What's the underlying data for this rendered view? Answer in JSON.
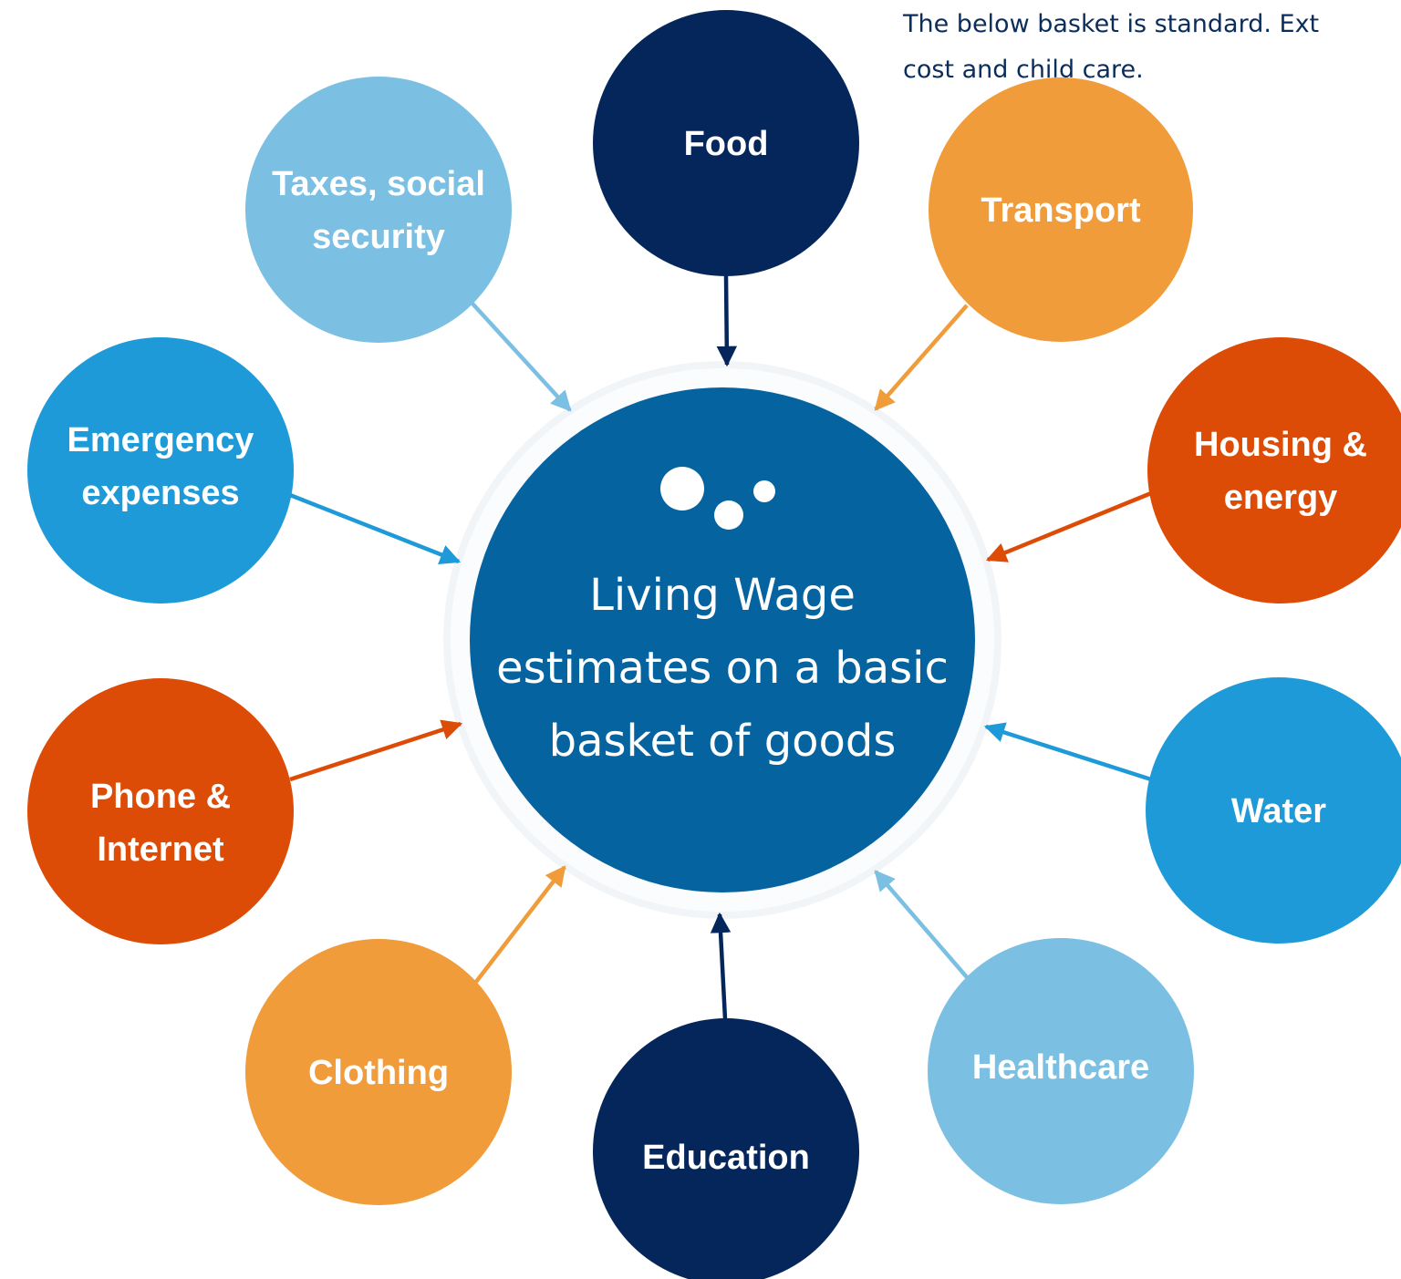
{
  "intro": {
    "line1": "The below basket is standard. Ext",
    "line2": "cost and child care."
  },
  "center": {
    "lines": [
      "Living Wage",
      "estimates on a basic",
      "basket of goods"
    ],
    "color": "#0563a0",
    "icon": "bubbles-logo-icon"
  },
  "categories": [
    {
      "id": "food",
      "lines": [
        "Food"
      ],
      "color": "#04265a"
    },
    {
      "id": "transport",
      "lines": [
        "Transport"
      ],
      "color": "#f09c3a"
    },
    {
      "id": "housing-energy",
      "lines": [
        "Housing &",
        "energy"
      ],
      "color": "#dd4c06"
    },
    {
      "id": "water",
      "lines": [
        "Water"
      ],
      "color": "#1e9ad8"
    },
    {
      "id": "healthcare",
      "lines": [
        "Healthcare"
      ],
      "color": "#7bc0e2"
    },
    {
      "id": "education",
      "lines": [
        "Education"
      ],
      "color": "#04265a"
    },
    {
      "id": "clothing",
      "lines": [
        "Clothing"
      ],
      "color": "#f09c3a"
    },
    {
      "id": "phone-internet",
      "lines": [
        "Phone &",
        "Internet"
      ],
      "color": "#dd4c06"
    },
    {
      "id": "emergency-expenses",
      "lines": [
        "Emergency",
        "expenses"
      ],
      "color": "#1e9ad8"
    },
    {
      "id": "taxes-social-security",
      "lines": [
        "Taxes, social",
        "security"
      ],
      "color": "#7bc0e2"
    }
  ]
}
